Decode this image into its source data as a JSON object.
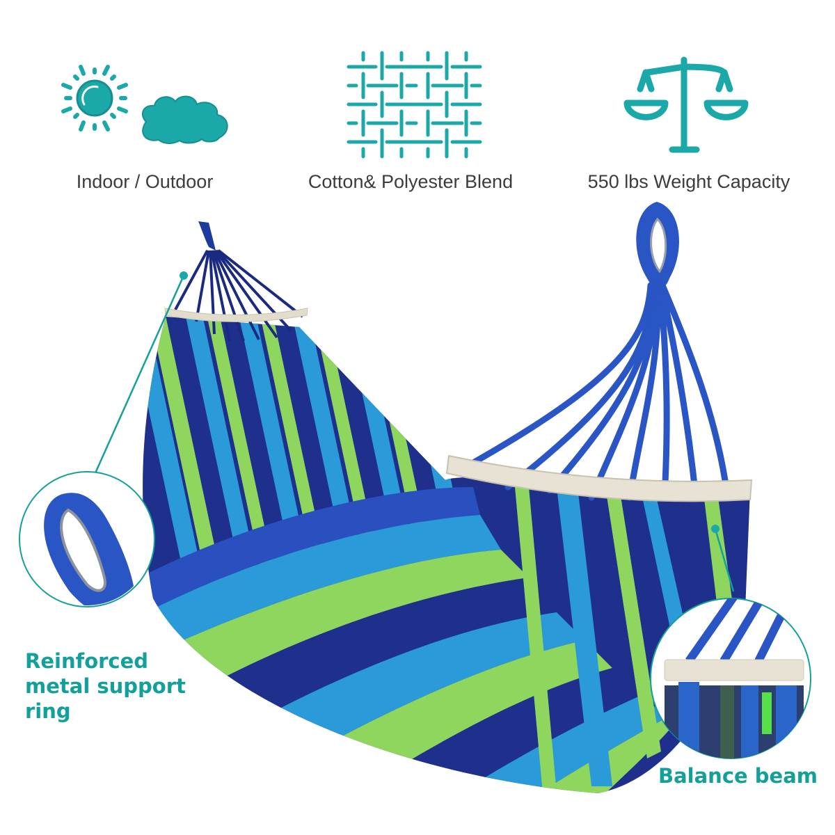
{
  "features": [
    {
      "icon": "sun-and-cloud-icon",
      "label": "Indoor / Outdoor"
    },
    {
      "icon": "woven-fabric-icon",
      "label": "Cotton& Polyester Blend"
    },
    {
      "icon": "balance-scale-icon",
      "label": "550 lbs Weight Capacity"
    }
  ],
  "callouts": {
    "left": {
      "line1": "Reinforced",
      "line2": "metal support",
      "line3": "ring"
    },
    "right": {
      "label": "Balance beam"
    }
  },
  "colors": {
    "accent": "#1aa8a8",
    "label_text": "#3c3c3c",
    "callout_text": "#14a09a",
    "stripe_navy": "#1e2f8c",
    "stripe_royal": "#2a4fbf",
    "stripe_sky": "#2a9bd8",
    "stripe_lime": "#8fd65e",
    "rope_blue": "#2a55c4",
    "beam_wood": "#e8e2d4"
  }
}
